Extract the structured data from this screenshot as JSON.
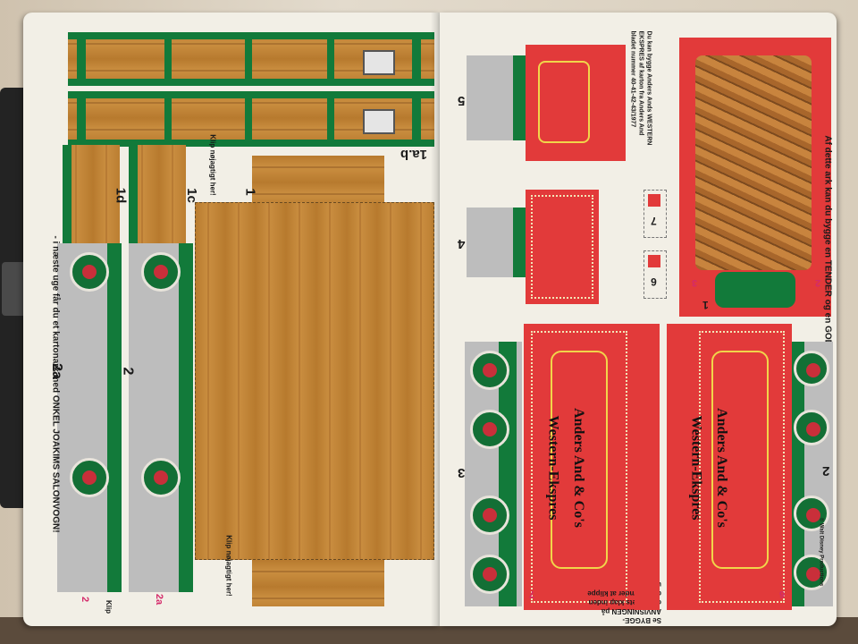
{
  "left_page": {
    "bottom_note": "- i næste uge får du et kartonark med ONKEL JOAKIMS SALONVOGN!",
    "part_labels": [
      "1a.b",
      "1d",
      "1c",
      "1",
      "2a",
      "2"
    ],
    "pink_labels": [
      "2",
      "2a"
    ],
    "cut_note_top": "Klip nøjagtigt her!",
    "cut_note_bottom": "Klip nøjagtigt her!",
    "klip_note": "Klip"
  },
  "right_page": {
    "side_title": "Af dette ark kan du bygge en TENDER og en GODSVOGN til din WESTERN-EKSPRES!",
    "top_note": "Du kan bygge Anders Ands WESTERN EKSPRES af karton fra Anders And bladet nummer 40-41-42-43/1977",
    "build_note": "Se BYGGE-ANVISNINGEN på omslagets klap inden du begynder at klippe ud!",
    "part_labels": [
      "5",
      "4",
      "3",
      "7",
      "6",
      "1",
      "2"
    ],
    "pink_labels": [
      "3",
      "2",
      "6",
      "7"
    ],
    "wagon_text_line1": "Anders And & Co's",
    "wagon_text_line2": "Western-Ekspres",
    "copyright": "© Walt Disney Productions"
  }
}
